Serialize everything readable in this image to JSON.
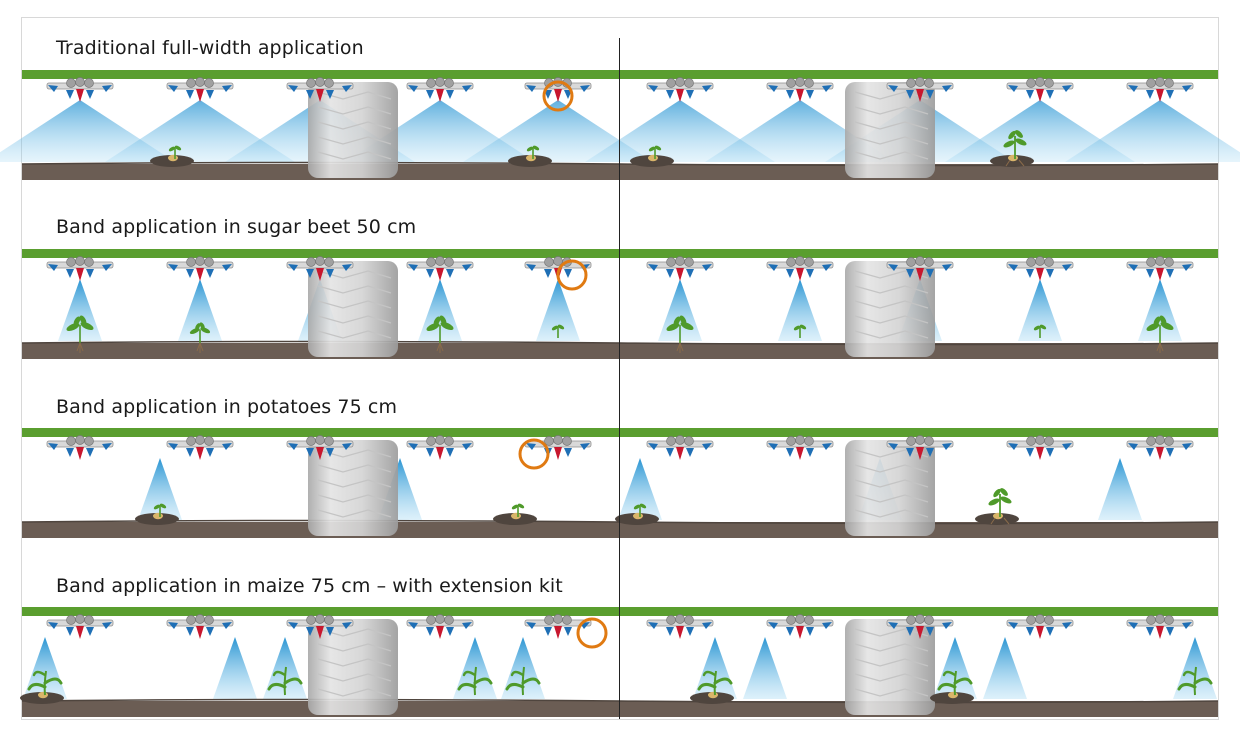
{
  "colors": {
    "boom": "#5a9e2f",
    "soil": "#6b5d54",
    "soil_dark": "#4f453e",
    "spray": "#3aa3d8",
    "nozzle_red": "#c8172e",
    "nozzle_blue": "#1f6fb5",
    "nozzle_body": "#9a9a9a",
    "wheel": "#d2d2d2",
    "highlight": "#e07a12",
    "plant": "#4f9a2a",
    "tuber": "#d9b56a"
  },
  "icons": [
    "nozzle-cluster-icon",
    "sprayer-wheel-icon",
    "crop-plant-icon",
    "potato-tuber-icon",
    "highlight-circle-icon"
  ],
  "panels": [
    {
      "title": "Traditional full-width application",
      "mode": "full",
      "active_nozzle": "red",
      "highlight_nozzle_index": 4,
      "highlight_side": "center",
      "plants": [
        {
          "nozzle": 1,
          "type": "seedling-tuber"
        },
        {
          "nozzle": 4,
          "type": "seedling-tuber"
        },
        {
          "nozzle": 5,
          "type": "seedling-tuber"
        },
        {
          "nozzle": 8,
          "type": "young-tuber"
        }
      ]
    },
    {
      "title": "Band application in sugar beet 50 cm",
      "mode": "band",
      "active_nozzle": "red",
      "highlight_nozzle_index": 4,
      "highlight_side": "right",
      "plants": [
        {
          "nozzle": 0,
          "type": "beet"
        },
        {
          "nozzle": 1,
          "type": "beet-small"
        },
        {
          "nozzle": 3,
          "type": "beet"
        },
        {
          "nozzle": 4,
          "type": "sprout"
        },
        {
          "nozzle": 5,
          "type": "beet"
        },
        {
          "nozzle": 6,
          "type": "sprout"
        },
        {
          "nozzle": 8,
          "type": "sprout"
        },
        {
          "nozzle": 9,
          "type": "beet"
        }
      ]
    },
    {
      "title": "Band application in potatoes 75 cm",
      "mode": "band-alt",
      "active_nozzle": "blue",
      "highlight_nozzle_index": 4,
      "highlight_side": "left",
      "plants": [
        {
          "nozzle": 1,
          "type": "seedling-tuber"
        },
        {
          "nozzle": 4,
          "type": "seedling-tuber"
        },
        {
          "nozzle": 5,
          "type": "seedling-tuber"
        },
        {
          "nozzle": 8,
          "type": "young-tuber"
        }
      ]
    },
    {
      "title": "Band application in maize 75 cm – with extension kit",
      "mode": "band-ext",
      "active_nozzle": "blue",
      "highlight_nozzle_index": 4,
      "highlight_side": "right",
      "plants": [
        {
          "nozzle": 0,
          "type": "maize-seed"
        },
        {
          "nozzle": 2,
          "type": "maize"
        },
        {
          "nozzle": 3,
          "type": "maize"
        },
        {
          "nozzle": 4,
          "type": "maize"
        },
        {
          "nozzle": 5,
          "type": "maize-seed"
        },
        {
          "nozzle": 7,
          "type": "maize-seed"
        },
        {
          "nozzle": 9,
          "type": "maize"
        }
      ]
    }
  ]
}
